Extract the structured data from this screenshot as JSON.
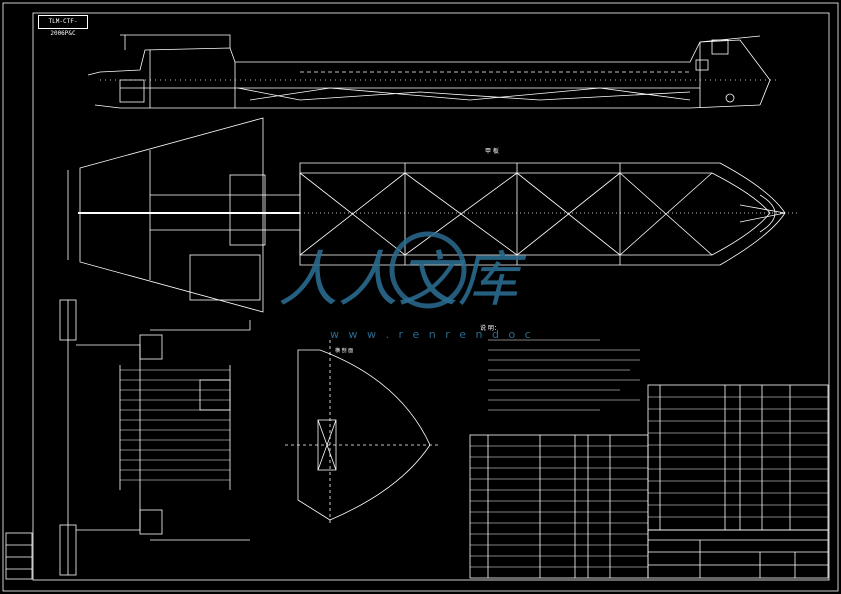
{
  "drawing": {
    "corner_tag": "TLM-CTF-2006P&C",
    "plan_title": "甲 板",
    "section_title": "横 剖 面",
    "notes_title": "说 明："
  },
  "watermark": {
    "brand_chars": "人人文库",
    "url": "w w w . r e n r e n d o c"
  },
  "colors": {
    "line": "#ffffff",
    "watermark": "#2a6b8f",
    "background": "#000000"
  }
}
